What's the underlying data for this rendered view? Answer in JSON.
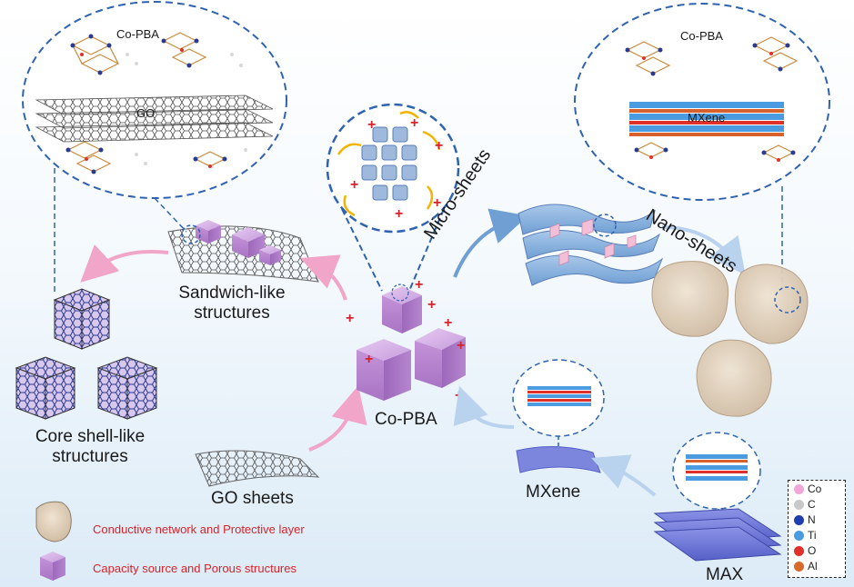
{
  "labels": {
    "co_pba_top_left": "Co-PBA",
    "go_inset": "GO",
    "co_pba_top_right": "Co-PBA",
    "mxene_inset": "MXene",
    "micro_sheets": "Micro-sheets",
    "nano_sheets": "Nano-sheets",
    "sandwich": "Sandwich-like\nstructures",
    "core_shell": "Core shell-like\nstructures",
    "co_pba_center": "Co-PBA",
    "go_sheets": "GO sheets",
    "mxene": "MXene",
    "max": "MAX"
  },
  "legend_bottom": [
    {
      "text": "Conductive network and Protective layer"
    },
    {
      "text": "Capacity source and Porous structures"
    }
  ],
  "element_legend": [
    {
      "symbol": "Co",
      "color": "#f2a6d8"
    },
    {
      "symbol": "C",
      "color": "#c8c8c8"
    },
    {
      "symbol": "N",
      "color": "#1f3fb0"
    },
    {
      "symbol": "Ti",
      "color": "#4a9be0"
    },
    {
      "symbol": "O",
      "color": "#e0302a"
    },
    {
      "symbol": "Al",
      "color": "#d9692a"
    }
  ],
  "colors": {
    "dash_blue": "#2f62b0",
    "pba_purple": "#c8a0dc",
    "plus_red": "#d8232a",
    "arrow_pink": "#f1a5c8",
    "arrow_blue": "#8fb6e0"
  }
}
